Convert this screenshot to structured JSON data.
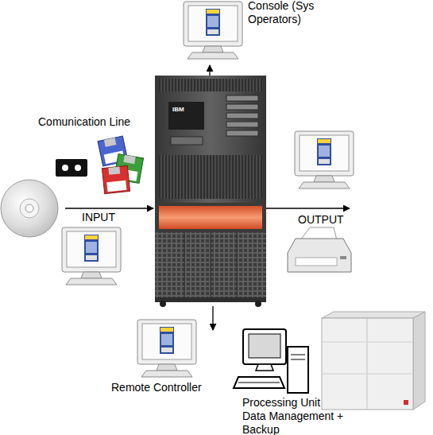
{
  "diagram": {
    "nodes": [
      {
        "text": [
          "Console (Sys Operators)"
        ]
      },
      {
        "text": [
          "Comunication Line"
        ]
      },
      {
        "text": [
          "IBM"
        ]
      },
      {
        "text": []
      },
      {
        "text": [
          "Remote Controller"
        ]
      },
      {
        "text": [
          "Processing Unit Data Management + Backup"
        ]
      }
    ],
    "edges": [
      {
        "from": 2,
        "to": 0,
        "arrow": "to"
      },
      {
        "from": 1,
        "to": 2,
        "label": "INPUT",
        "arrow": "to"
      },
      {
        "from": 2,
        "to": 3,
        "label": "OUTPUT",
        "arrow": "to"
      },
      {
        "from": 2,
        "to": 4,
        "arrow": "to"
      }
    ]
  }
}
